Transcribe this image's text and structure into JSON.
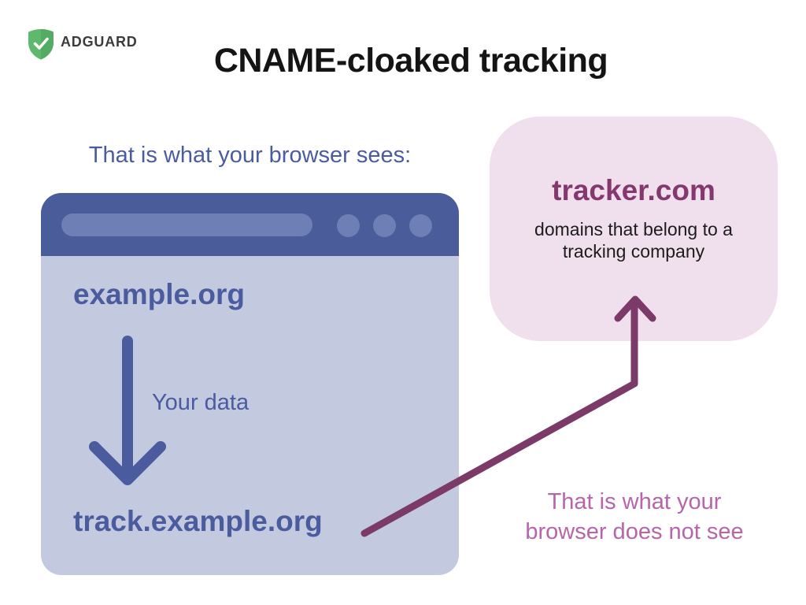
{
  "logo": {
    "brand": "ADGUARD"
  },
  "header": {
    "title": "CNAME-cloaked tracking"
  },
  "browser_side": {
    "caption": "That is what your browser sees:",
    "window": {
      "main_domain": "example.org",
      "arrow_label": "Your data",
      "tracking_subdomain": "track.example.org"
    }
  },
  "tracker_side": {
    "domain": "tracker.com",
    "description": "domains that belong to a tracking company",
    "caption": "That is what your browser does not see"
  },
  "colors": {
    "browser_header_blue": "#4A5C99",
    "browser_body_blue": "#C3CAE0",
    "address_bar_blue": "#6E7FB5",
    "blue_text": "#4A5C9E",
    "tracker_box_pink": "#F0DFEC",
    "tracker_domain_purple": "#84386F",
    "redirect_arrow_purple": "#7C3A69",
    "caption_pink": "#B765AB",
    "adguard_green": "#5EB96E",
    "adguard_green_dark": "#54AB64"
  }
}
